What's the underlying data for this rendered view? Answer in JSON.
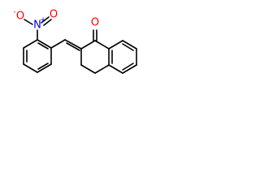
{
  "structure": {
    "atoms": {
      "nitro_o_single": {
        "text": "O",
        "charge": "-",
        "color": "#ff0000"
      },
      "nitro_n": {
        "text": "N",
        "charge": "+",
        "color": "#0000ff"
      },
      "nitro_o_double": {
        "text": "O",
        "color": "#ff0000"
      },
      "ketone_o": {
        "text": "O",
        "color": "#ff0000"
      }
    },
    "bond_color": "#000000"
  }
}
